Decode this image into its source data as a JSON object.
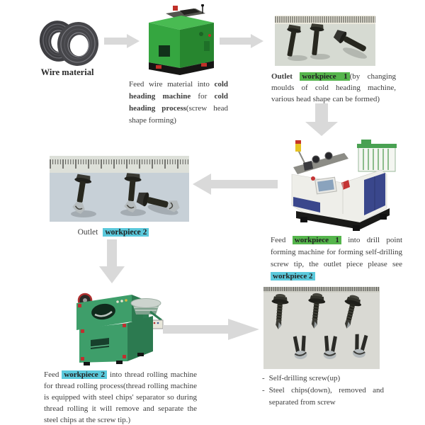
{
  "colors": {
    "background": "#ffffff",
    "arrow": "#d9d9d9",
    "highlight_workpiece1": "#55b54c",
    "highlight_workpiece2": "#5bc9dc",
    "text": "#3d3d3d"
  },
  "flow": {
    "wire": {
      "label": "Wire material",
      "image_alt": "coiled steel wire"
    },
    "cold_heading": {
      "image_alt": "cold heading machine (green)",
      "caption": {
        "r0": "Feed wire material into ",
        "r1": "cold heading machine",
        "r2": " for ",
        "r3": "cold heading process",
        "r4": "(screw head shape forming)"
      }
    },
    "workpiece1": {
      "image_alt": "three screw blanks beside ruler",
      "caption": {
        "r0": "Outlet ",
        "r1": "workpiece 1",
        "r2": "(by changing moulds of cold heading machine, various head shape can be formed)"
      }
    },
    "drill_point": {
      "image_alt": "drill point forming machine (white and blue)",
      "caption": {
        "r0": "Feed ",
        "r1": "workpiece 1",
        "r2": " into drill point forming machine for forming self-drilling screw tip, the outlet piece please see ",
        "r3": "workpiece 2"
      }
    },
    "workpiece2": {
      "image_alt": "three screws with formed drill tips beside ruler",
      "label": {
        "r0": "Outlet",
        "r1": "workpiece 2"
      }
    },
    "thread_rolling": {
      "image_alt": "thread rolling machine (green) with vibratory bowl feeder",
      "caption": {
        "r0": "Feed ",
        "r1": "workpiece 2",
        "r2": " into thread rolling machine for thread rolling process(thread rolling machine is equipped with steel chips' separator so during thread rolling it will remove and separate the steel chips at the screw tip.)"
      }
    },
    "final": {
      "image_alt": "finished self-drilling screws (up) and removed steel chips (down) beside ruler",
      "items": [
        {
          "bullet": "-",
          "text": "Self-drilling screw(up)"
        },
        {
          "bullet": "-",
          "text": "Steel chips(down), removed and separated from screw"
        }
      ]
    }
  }
}
